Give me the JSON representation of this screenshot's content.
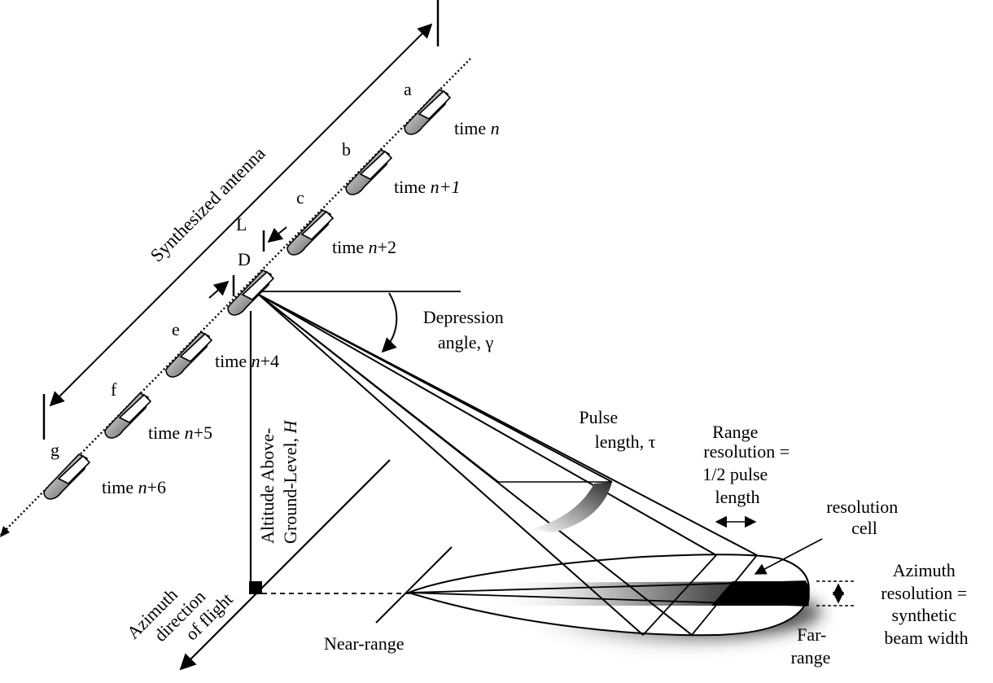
{
  "diagram": {
    "synthesized_antenna_label": "Synthesized antenna",
    "antenna_length_label": "L",
    "real_antenna_label": "D",
    "positions": [
      {
        "letter": "a",
        "time_prefix": "time ",
        "time_var": "n",
        "time_suffix": ""
      },
      {
        "letter": "b",
        "time_prefix": "time ",
        "time_var": "n+1",
        "time_suffix": ""
      },
      {
        "letter": "c",
        "time_prefix": "time ",
        "time_var": "n",
        "time_suffix": "+2"
      },
      {
        "letter": "e",
        "time_prefix": "time ",
        "time_var": "n",
        "time_suffix": "+4"
      },
      {
        "letter": "f",
        "time_prefix": "time ",
        "time_var": "n",
        "time_suffix": "+5"
      },
      {
        "letter": "g",
        "time_prefix": "time ",
        "time_var": "n",
        "time_suffix": "+6"
      }
    ],
    "depression_angle": {
      "line1": "Depression",
      "line2": "angle, γ"
    },
    "pulse_length": {
      "line1": "Pulse",
      "line2": "length, τ"
    },
    "range_resolution": {
      "line1": "Range",
      "line2": "resolution =",
      "line3": "1/2 pulse",
      "line4": "length"
    },
    "resolution_cell": {
      "line1": "resolution",
      "line2": "cell"
    },
    "azimuth_resolution": {
      "line1": "Azimuth",
      "line2": "resolution =",
      "line3": "synthetic",
      "line4": "beam width"
    },
    "altitude": {
      "line1": "Altitude Above-",
      "line2_prefix": "Ground-Level, ",
      "line2_var": "H"
    },
    "azimuth_direction": {
      "line1": "Azimuth",
      "line2": "direction",
      "line3": "of flight"
    },
    "near_range": "Near-range",
    "far_range": {
      "line1": "Far-",
      "line2": "range"
    }
  }
}
